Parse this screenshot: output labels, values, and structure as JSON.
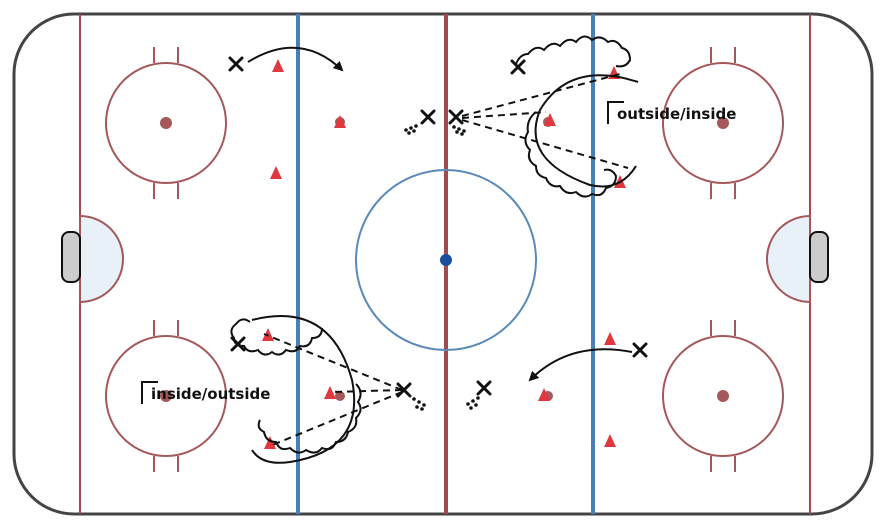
{
  "drill": {
    "labels": {
      "top_right": "outside/inside",
      "bottom_left": "inside/outside"
    }
  },
  "legend": {
    "player_symbol": "x",
    "cone_symbol": "triangle",
    "puck_symbol": "dot"
  },
  "colors": {
    "boards": "#444444",
    "red_line": "#a24a4f",
    "blue_line": "#4a7fb5",
    "circle_red": "#a4585a",
    "center_circle": "#5a8ab8",
    "center_dot": "#1a4fa0",
    "cone": "#e0383e",
    "crease_fill": "#e8f0f8",
    "net_fill": "#cccccc"
  }
}
